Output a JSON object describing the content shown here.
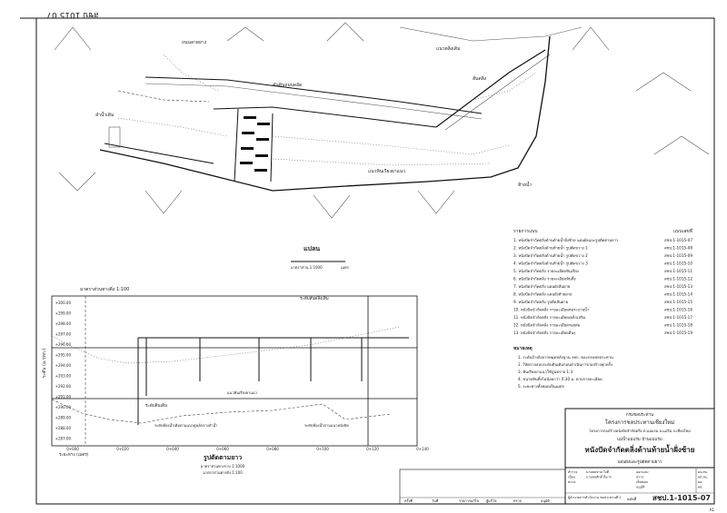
{
  "sheet_ref_top": "สชป 1015 07",
  "plan": {
    "title": "แปลน",
    "scale_label": "มาตราส่วน 1:1000",
    "scale_end": "เมตร",
    "labels": [
      "ถนนลาดยาง",
      "ลำน้ำเดิม",
      "คันดินถมบดอัด",
      "แนวหินเรียงยาแนว",
      "แนวตลิ่งเดิม",
      "สันตลิ่ง",
      "ท้ายน้ำ"
    ]
  },
  "notes_table": {
    "header_left": "รายการแบบ",
    "header_right": "แบบเลขที่",
    "items": [
      {
        "text": "1. หนังปัดจำกัดตลิ่งด้านท้ายน้ำฝั่งซ้าย แผนผังและรูปตัดตามยาว",
        "no": "สชป.1-1015-07"
      },
      {
        "text": "2. หนังปัดจำกัดตลิ่งด้านท้ายน้ำ รูปตัดขวาง 1",
        "no": "สชป.1-1015-08"
      },
      {
        "text": "3. หนังปัดจำกัดตลิ่งด้านท้ายน้ำ รูปตัดขวาง 2",
        "no": "สชป.1-1015-09"
      },
      {
        "text": "4. หนังปัดจำกัดตลิ่งด้านท้ายน้ำ รูปตัดขวาง 3",
        "no": "สชป.1-1015-10"
      },
      {
        "text": "5. หนังปัดจำกัดตลิ่ง รายละเอียดหินเรียง",
        "no": "สชป.1-1015-11"
      },
      {
        "text": "6. หนังปัดจำกัดตลิ่ง รายละเอียดหินทิ้ง",
        "no": "สชป.1-1015-12"
      },
      {
        "text": "7. หนังปัดจำกัดตลิ่ง แผนผังสันฝาย",
        "no": "สชป.1-1015-13"
      },
      {
        "text": "8. หนังปัดจำกัดตลิ่ง แผนผังท้ายฝาย",
        "no": "สชป.1-1015-14"
      },
      {
        "text": "9. หนังปัดจำกัดตลิ่ง รูปตัดสันฝาย",
        "no": "สชป.1-1015-15"
      },
      {
        "text": "10. หนังปัดจำกัดตลิ่ง รายละเอียดท่อระบายน้ำ",
        "no": "สชป.1-1015-16"
      },
      {
        "text": "11. หนังปัดจำกัดตลิ่ง รายละเอียดเหล็กเสริม",
        "no": "สชป.1-1015-17"
      },
      {
        "text": "12. หนังปัดจำกัดตลิ่ง รายละเอียดรอยต่อ",
        "no": "สชป.1-1015-18"
      },
      {
        "text": "13. หนังปัดจำกัดตลิ่ง รายละเอียดอื่นๆ",
        "no": "สชป.1-1015-19"
      }
    ],
    "remarks_title": "หมายเหตุ",
    "remarks": [
      "1. ระดับอ้างอิงจากหมุดหลักฐาน รทก. ของกรมชลประทาน",
      "2. ให้ตรวจสอบระดับดินเดิมก่อนดำเนินการก่อสร้างทุกครั้ง",
      "3. หินเรียงยาแนวใช้ปูนทราย 1:3",
      "4. ขนาดหินทิ้งไม่น้อยกว่า 0.30 ม. ตามรายละเอียด",
      "5. ระยะทางทั้งหมดเป็นเมตร"
    ]
  },
  "profile": {
    "title": "รูปตัดตามยาว",
    "scale_h": "มาตราส่วนทางราบ 1:1000",
    "scale_v": "มาตราส่วนทางดิ่ง 1:100",
    "y_axis_label": "ระดับ (ม.รทก.)",
    "datum_label": "ระยะทาง (เมตร)",
    "top_label": "ระดับสันตลิ่งเดิม",
    "ground_label": "ระดับดินเดิม",
    "bottom_label_left": "ระดับท้องน้ำเดิมตามแนวศูนย์กลางลำน้ำ",
    "bottom_label_right": "ระดับท้องน้ำตามแนวหนังปัด",
    "mid_label": "แนวหินเรียงยาแนว",
    "elevations": [
      "+300.00",
      "+299.00",
      "+298.00",
      "+297.00",
      "+296.00",
      "+295.00",
      "+294.00",
      "+293.00",
      "+292.00",
      "+291.00",
      "+290.00",
      "+289.00",
      "+288.00",
      "+287.00"
    ],
    "stations": [
      "0+000",
      "0+020",
      "0+040",
      "0+060",
      "0+080",
      "0+100",
      "0+120",
      "0+140"
    ]
  },
  "title_block": {
    "dept": "กรมชลประทาน",
    "project": "โครงการชลประทานเชียงใหม่",
    "subproject": "โครงการก่อสร้างหนังปัดจำกัดตลิ่ง ต.แม่แรม อ.แม่ริม จ.เชียงใหม่",
    "location": "แม่น้ำแม่แรม บ้านแม่แรม",
    "drawing_title": "หนังปัดจำกัดตลิ่งด้านท้ายน้ำฝั่งซ้าย",
    "drawing_subtitle": "แผนผังและรูปตัดตามยาว",
    "rows": [
      {
        "role": "สำรวจ",
        "name": "นายสมชาย ใจดี",
        "role2": "ออกแบบ",
        "val": "ผจ.สบ."
      },
      {
        "role": "เขียน",
        "name": "นายสมศักดิ์ ดีมาก",
        "role2": "ตรวจ",
        "val": "ผส.สบ."
      },
      {
        "role": "ตรวจ",
        "name": "",
        "role2": "เห็นชอบ",
        "val": "ผอ."
      },
      {
        "role": "",
        "name": "",
        "role2": "อนุมัติ",
        "val": "ผส."
      }
    ],
    "approve_note": "ผู้อำนวยการสำนักงาน ชลประทานที่ 1",
    "sheet": "แผ่นที่",
    "drawing_no": "สชป.1-1015-07",
    "corner": "A1"
  },
  "revision_block": {
    "cols": [
      "ครั้งที่",
      "วันที่",
      "รายการแก้ไข",
      "ผู้แก้ไข",
      "ตรวจ",
      "อนุมัติ"
    ]
  }
}
